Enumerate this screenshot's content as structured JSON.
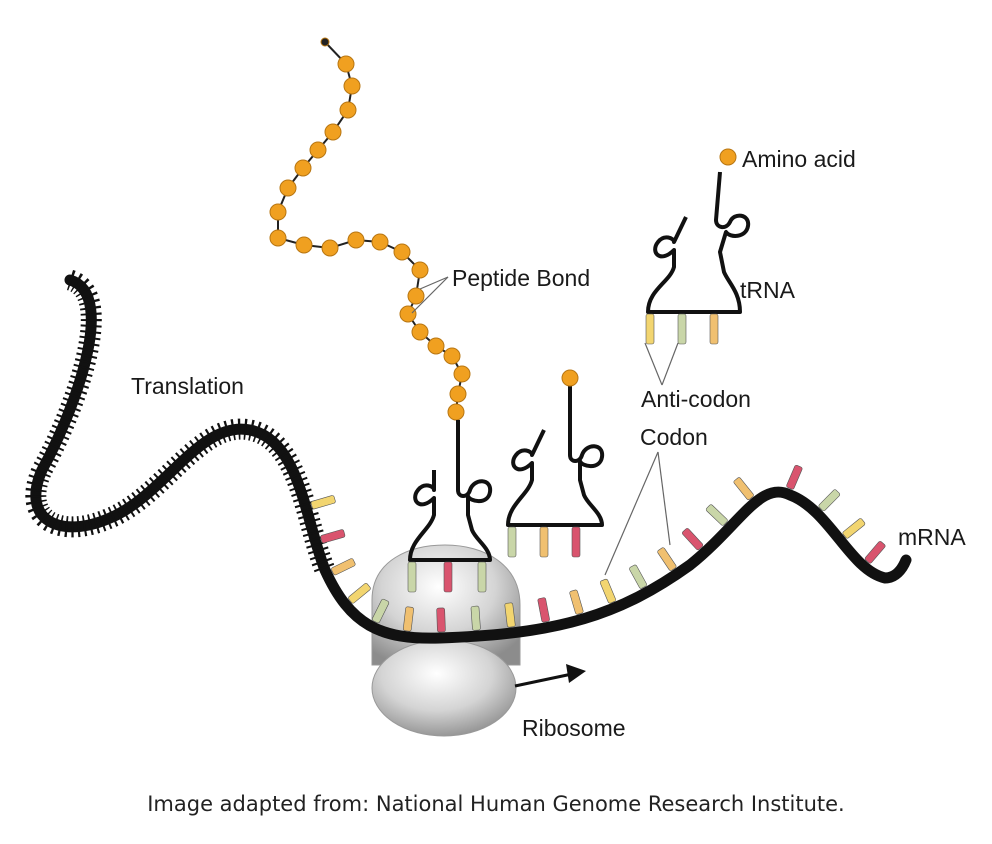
{
  "labels": {
    "amino_acid": "Amino acid",
    "peptide_bond": "Peptide Bond",
    "trna": "tRNA",
    "anti_codon": "Anti-codon",
    "codon": "Codon",
    "translation": "Translation",
    "mrna": "mRNA",
    "ribosome": "Ribosome"
  },
  "caption": "Image adapted from: National Human Genome Research Institute.",
  "colors": {
    "amino_acid": "#f0a020",
    "strand": "#111111",
    "base_red": "#d9546e",
    "base_yellow": "#f2d570",
    "base_green": "#c9d6a8",
    "base_orange": "#f0c070",
    "ribosome": "#cfcfcf"
  }
}
